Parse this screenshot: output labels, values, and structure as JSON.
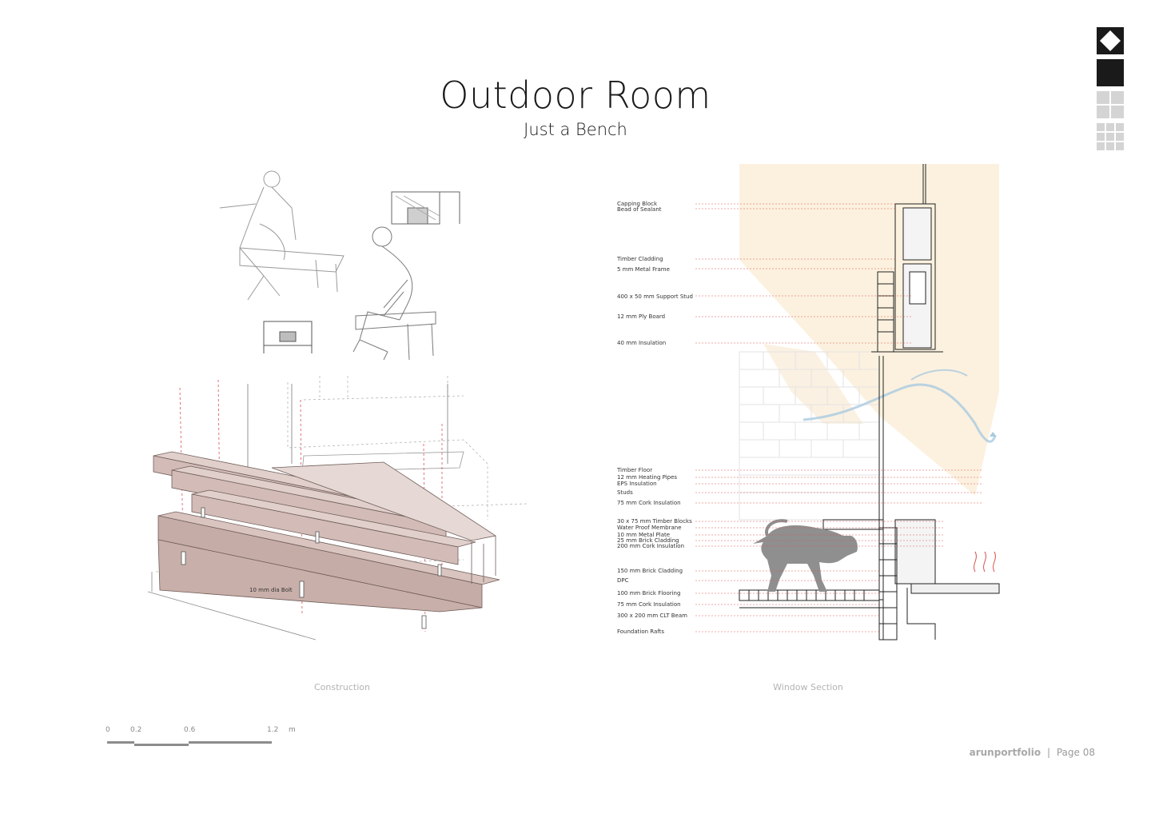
{
  "page": {
    "title": "Outdoor Room",
    "subtitle": "Just a Bench"
  },
  "construction": {
    "caption": "Construction",
    "bolt_label": "10 mm dia Bolt"
  },
  "section": {
    "caption": "Window Section",
    "labels": [
      "Capping Block",
      "Bead of Sealant",
      "Timber Cladding",
      "5 mm Metal Frame",
      "400 x 50 mm Support Stud",
      "12 mm Ply Board",
      "40 mm Insulation",
      "Timber Floor",
      "12 mm Heating Pipes",
      "EPS Insulation",
      "Studs",
      "75 mm Cork Insulation",
      "30 x 75 mm Timber Blocks",
      "Water Proof Membrane",
      "10 mm Metal Plate",
      "25 mm Brick Cladding",
      "200 mm Cork Insulation",
      "150 mm Brick Cladding",
      "DPC",
      "100 mm Brick Flooring",
      "75 mm Cork Insulation",
      "300 x 200 mm CLT Beam",
      "Foundation Rafts"
    ]
  },
  "scale_bar": {
    "ticks": [
      "0",
      "0.2",
      "0.6",
      "1.2"
    ],
    "unit": "m"
  },
  "footer": {
    "brand": "arunportfolio",
    "separator": "|",
    "page_label": "Page 08"
  },
  "colors": {
    "bench": "#d8c3bf",
    "bench_dark": "#c3a9a4",
    "guide_red": "#d9534f",
    "light_yellow": "#fbeed9",
    "airflow_blue": "#a9cbe0"
  }
}
